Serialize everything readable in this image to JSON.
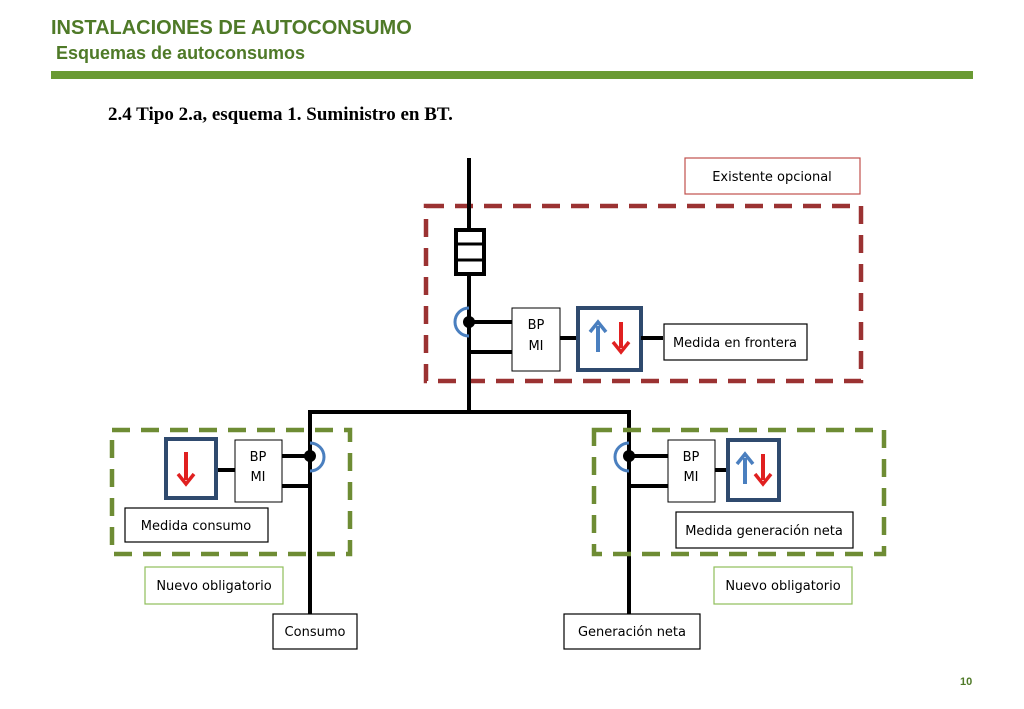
{
  "header": {
    "title": "INSTALACIONES DE AUTOCONSUMO",
    "subtitle": "Esquemas de autoconsumos"
  },
  "section_heading": "2.4  Tipo 2.a, esquema 1. Suministro en BT.",
  "diagram": {
    "legend_existing": "Existente opcional",
    "legend_new_left": "Nuevo obligatorio",
    "legend_new_right": "Nuevo obligatorio",
    "top_protection": {
      "line1": "BP",
      "line2": "MI"
    },
    "left_protection": {
      "line1": "BP",
      "line2": "MI"
    },
    "right_protection": {
      "line1": "BP",
      "line2": "MI"
    },
    "meter_frontier_label": "Medida en frontera",
    "meter_consumption_label": "Medida consumo",
    "meter_generation_label": "Medida generación neta",
    "load_label": "Consumo",
    "generation_label": "Generación neta"
  },
  "colors": {
    "brand_green": "#4f7a28",
    "existing_border": "#9b3232",
    "new_border": "#6e8c34",
    "meter_border": "#2f4a6e",
    "arrow_up": "#4a7fbf",
    "arrow_down": "#e02020"
  },
  "footer": {
    "page_number": "10"
  }
}
